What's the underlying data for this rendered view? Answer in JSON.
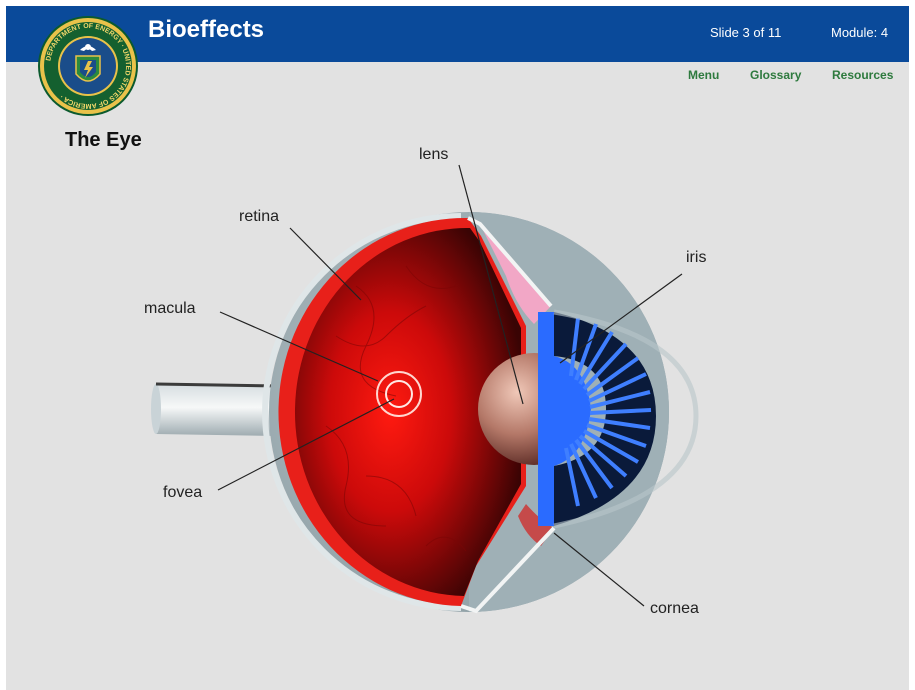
{
  "header": {
    "title": "Bioeffects",
    "slide_counter": "Slide 3 of 11",
    "module": "Module: 4",
    "seal_text": "DEPARTMENT OF ENERGY · UNITED STATES OF AMERICA"
  },
  "nav": {
    "menu": "Menu",
    "glossary": "Glossary",
    "resources": "Resources"
  },
  "slide": {
    "title": "The Eye"
  },
  "diagram": {
    "labels": {
      "lens": "lens",
      "retina": "retina",
      "iris": "iris",
      "macula": "macula",
      "fovea": "fovea",
      "cornea": "cornea"
    }
  },
  "colors": {
    "header_bg": "#0a4a9a",
    "nav_link": "#2e7a3e",
    "page_bg": "#e2e2e2"
  }
}
